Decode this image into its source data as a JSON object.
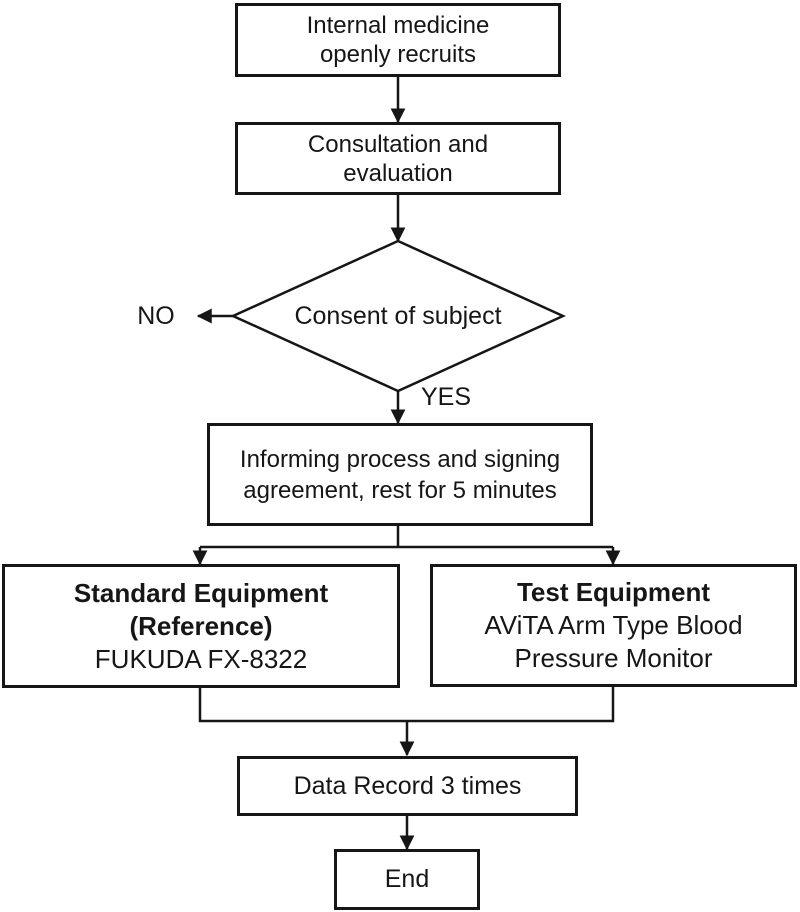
{
  "flowchart": {
    "nodes": {
      "recruit": {
        "shape": "rectangle",
        "lines": [
          "Internal medicine",
          "openly recruits"
        ]
      },
      "consult": {
        "shape": "rectangle",
        "lines": [
          "Consultation and",
          "evaluation"
        ]
      },
      "consent": {
        "shape": "diamond",
        "lines": [
          "Consent of subject"
        ]
      },
      "inform": {
        "shape": "rectangle",
        "lines": [
          "Informing process and signing",
          "agreement, rest for 5 minutes"
        ]
      },
      "standard": {
        "shape": "rectangle",
        "title_lines": [
          "Standard Equipment",
          "(Reference)"
        ],
        "lines": [
          "FUKUDA FX-8322"
        ]
      },
      "test": {
        "shape": "rectangle",
        "title_lines": [
          "Test Equipment"
        ],
        "lines": [
          "AViTA Arm Type Blood",
          "Pressure Monitor"
        ]
      },
      "record": {
        "shape": "rectangle",
        "lines": [
          "Data Record 3 times"
        ]
      },
      "end": {
        "shape": "rectangle",
        "lines": [
          "End"
        ]
      }
    },
    "branch_labels": {
      "no": "NO",
      "yes": "YES"
    },
    "edges": [
      {
        "from": "recruit",
        "to": "consult"
      },
      {
        "from": "consult",
        "to": "consent"
      },
      {
        "from": "consent",
        "to": "exit-left",
        "label": "NO"
      },
      {
        "from": "consent",
        "to": "inform",
        "label": "YES"
      },
      {
        "from": "inform",
        "to": "standard"
      },
      {
        "from": "inform",
        "to": "test"
      },
      {
        "from": "standard",
        "to": "record"
      },
      {
        "from": "test",
        "to": "record"
      },
      {
        "from": "record",
        "to": "end"
      }
    ],
    "colors": {
      "stroke": "#161616",
      "fill": "#ffffff",
      "text": "#161616"
    }
  }
}
